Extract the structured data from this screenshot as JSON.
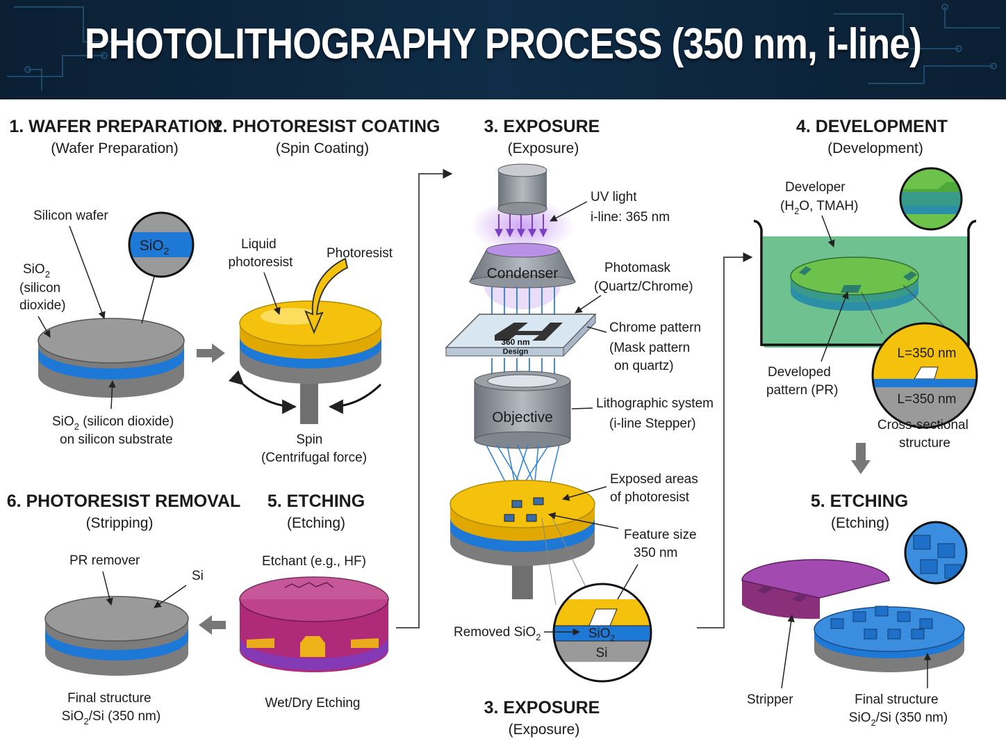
{
  "header": {
    "title": "PHOTOLITHOGRAPHY PROCESS (350 nm, i-line)"
  },
  "steps": {
    "s1": {
      "title": "1. WAFER PREPARATION",
      "subtitle": "(Wafer Preparation)"
    },
    "s2": {
      "title": "2. PHOTORESIST COATING",
      "subtitle": "(Spin Coating)"
    },
    "s3": {
      "title": "3. EXPOSURE",
      "subtitle": "(Exposure)"
    },
    "s4": {
      "title": "4. DEVELOPMENT",
      "subtitle": "(Development)"
    },
    "s5a": {
      "title": "5. ETCHING",
      "subtitle": "(Etching)"
    },
    "s5b": {
      "title": "5. ETCHING",
      "subtitle": "(Etching)"
    },
    "s6": {
      "title": "6. PHOTORESIST REMOVAL",
      "subtitle": "(Stripping)"
    },
    "s3b": {
      "title": "3. EXPOSURE",
      "subtitle": "(Exposure)"
    }
  },
  "labels": {
    "silicon_wafer": "Silicon wafer",
    "sio2_side": [
      "SiO",
      "2",
      "(silicon",
      "dioxide)"
    ],
    "sio2_inset": [
      "SiO",
      "2"
    ],
    "sio2_on_substrate": [
      "SiO",
      "2",
      " (silicon dioxide)",
      "on silicon substrate"
    ],
    "liquid_photoresist": [
      "Liquid",
      "photoresist"
    ],
    "photoresist": "Photoresist",
    "spin": [
      "Spin",
      "(Centrifugal force)"
    ],
    "uv_light": [
      "UV light",
      "i-line: 365 nm"
    ],
    "condenser": "Condenser",
    "photomask": [
      "Photomask",
      "(Quartz/Chrome)"
    ],
    "mask_text": [
      "360 nm",
      "Design"
    ],
    "chrome_pattern": [
      "Chrome pattern",
      "(Mask pattern",
      "on quartz)"
    ],
    "objective": "Objective",
    "litho_system": [
      "Lithographic system",
      "(i-line Stepper)"
    ],
    "exposed_areas": [
      "Exposed areas",
      "of photoresist"
    ],
    "feature_size": [
      "Feature size",
      "350 nm"
    ],
    "removed_sio2": [
      "Removed SiO",
      "2"
    ],
    "inset_sio2": [
      "SiO",
      "2"
    ],
    "inset_si": "Si",
    "developer": [
      "Developer",
      "(H",
      "2",
      "O, TMAH)"
    ],
    "developed_pattern": [
      "Developed",
      "pattern (PR)"
    ],
    "l_top": "L=350 nm",
    "l_bottom": "L=350 nm",
    "cross_section": [
      "Cross-sectional",
      "structure"
    ],
    "pr_remover": "PR remover",
    "si": "Si",
    "final_left": [
      "Final structure",
      "SiO",
      "2",
      "/Si (350 nm)"
    ],
    "etchant": "Etchant (e.g., HF)",
    "wet_dry": "Wet/Dry Etching",
    "stripper": "Stripper",
    "final_right": [
      "Final structure",
      "SiO",
      "2",
      "/Si (350 nm)"
    ]
  },
  "colors": {
    "header_bg": "#0f2d48",
    "silicon_gray": "#8e8e8e",
    "sio2_blue": "#1e78d6",
    "photoresist_yellow": "#f4c20d",
    "developer_green": "#5db870",
    "etch_magenta": "#b02a7a",
    "uv_purple": "#8a3fd1",
    "ray_blue": "#2a7fd9"
  }
}
